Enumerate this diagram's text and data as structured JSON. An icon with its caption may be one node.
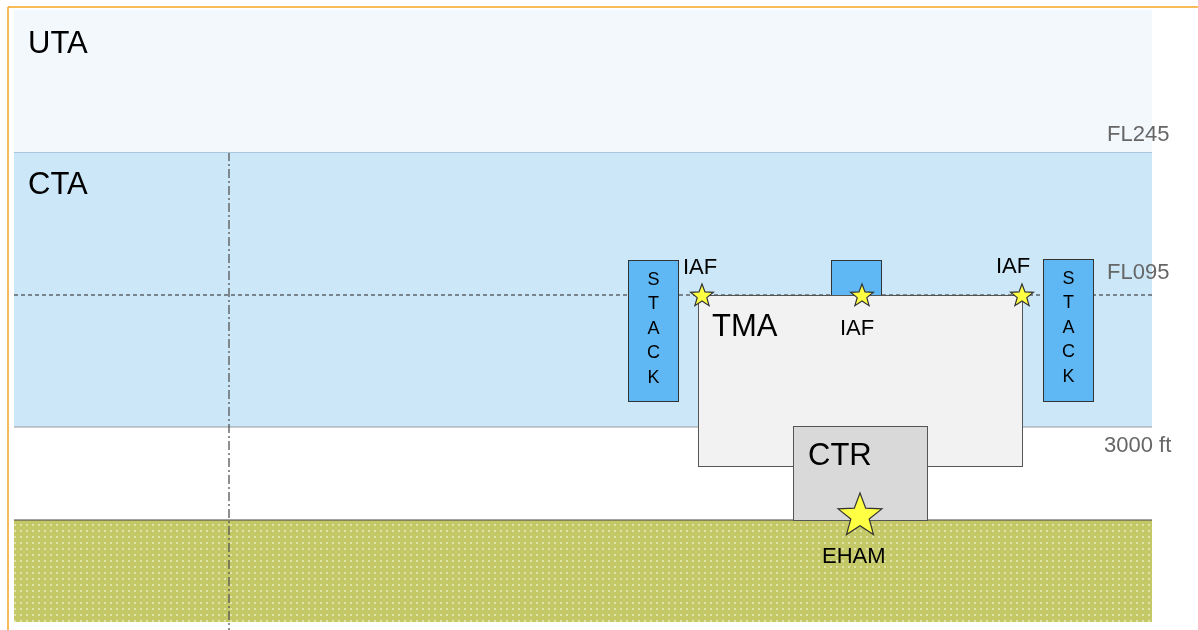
{
  "diagram": {
    "nodes": [
      {
        "text": [
          "UTA"
        ]
      },
      {
        "text": [
          "CTA"
        ]
      },
      {
        "text": [
          "STACK"
        ],
        "in": 1
      },
      {
        "text": [],
        "shape": "box",
        "in": 1
      },
      {
        "text": [
          "STACK"
        ],
        "in": 1
      },
      {
        "text": [
          "TMA"
        ]
      },
      {
        "text": [
          "CTR"
        ]
      }
    ],
    "labels": [
      "FL245",
      "IAF",
      "IAF",
      "FL095",
      "IAF",
      "3000 ft",
      "EHAM"
    ]
  }
}
